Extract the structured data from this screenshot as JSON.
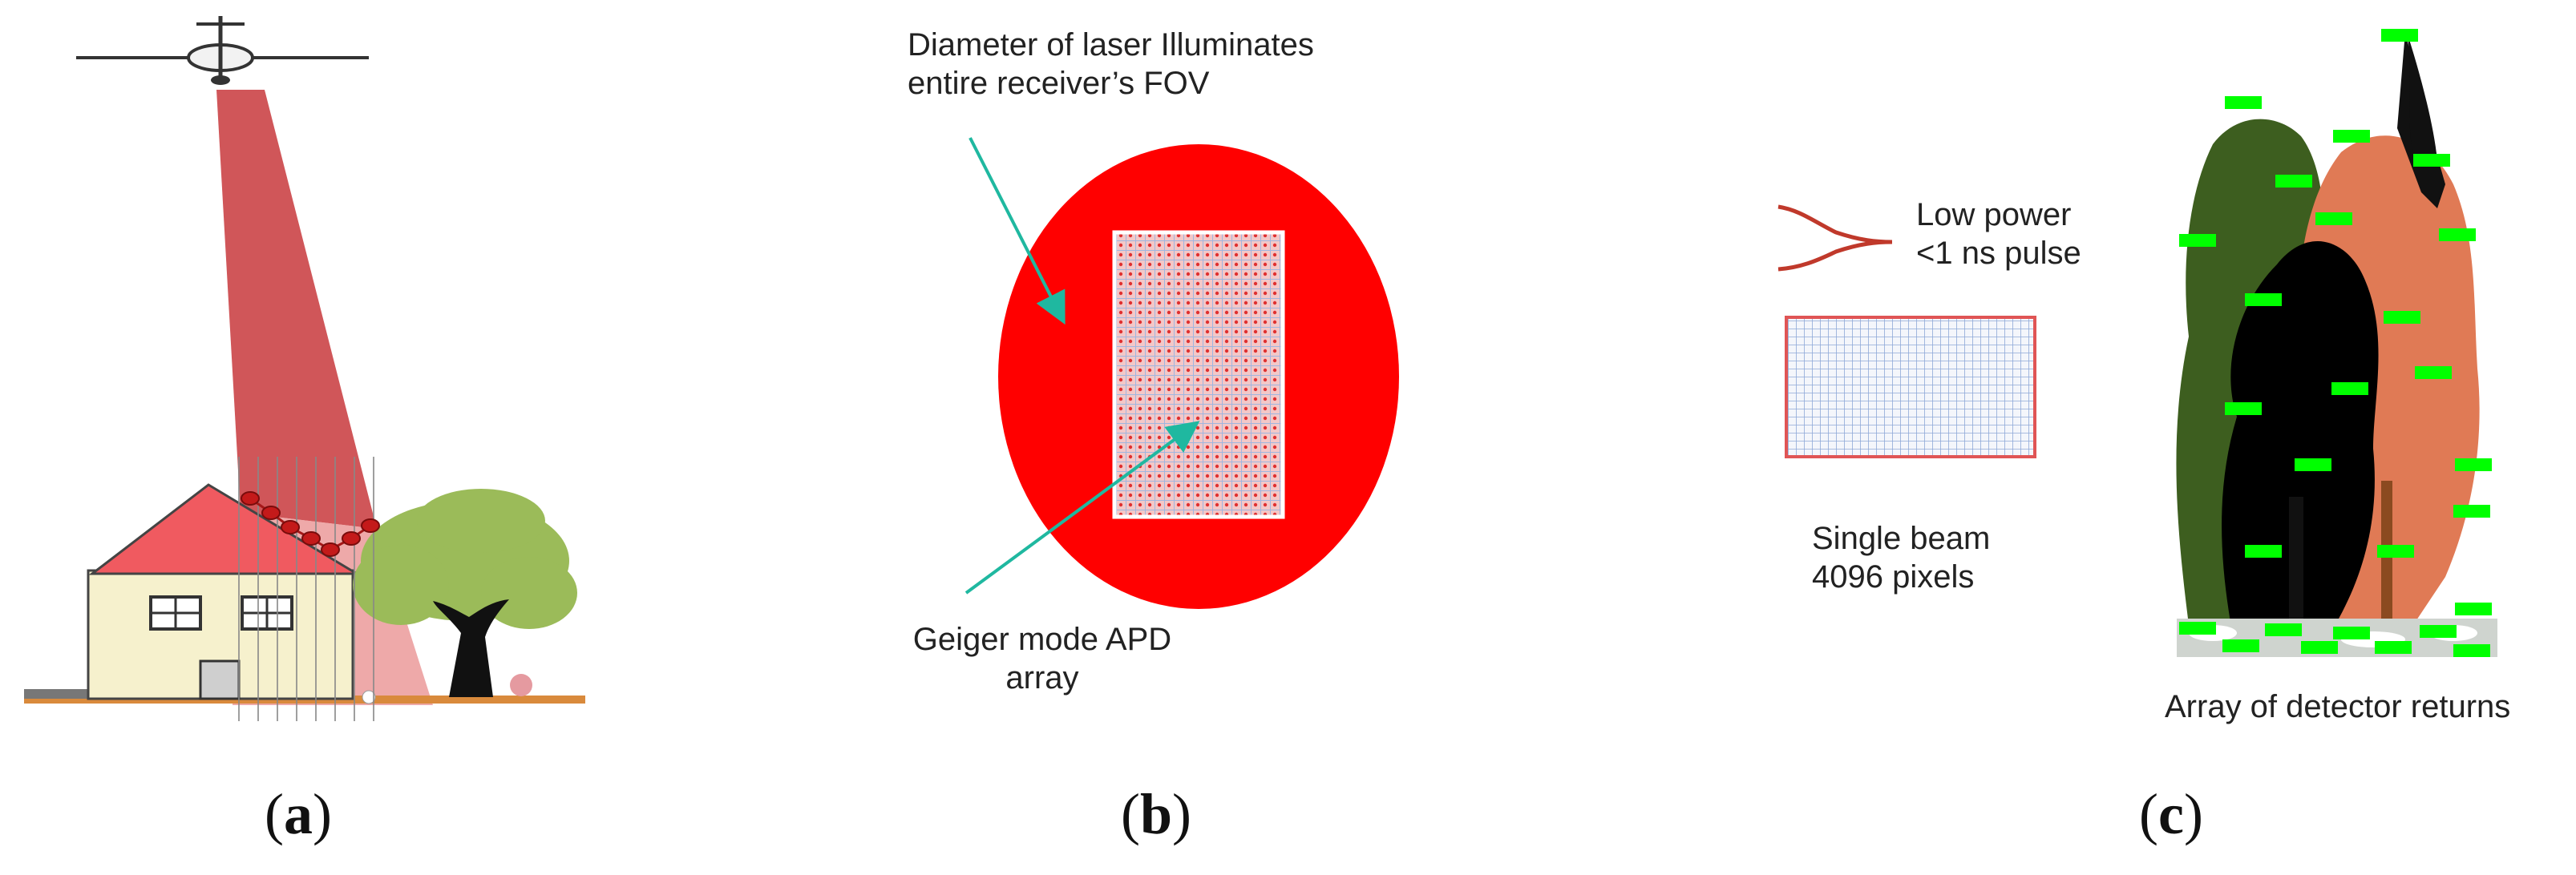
{
  "panel_a": {
    "caption_open": "(",
    "caption_letter": "a",
    "caption_close": ")"
  },
  "panel_b": {
    "laser_label_line1": "Diameter of laser Illuminates",
    "laser_label_line2": "entire receiver’s FOV",
    "apd_label_line1": "Geiger mode APD",
    "apd_label_line2": "array",
    "caption_open": "(",
    "caption_letter": "b",
    "caption_close": ")",
    "colors": {
      "laser_spot": "#ff0000",
      "grid": "#9fb6e0",
      "arrow": "#1fb8a0"
    }
  },
  "panel_c": {
    "pulse_label_line1": "Low power",
    "pulse_label_line2": "<1 ns pulse",
    "beam_label_line1": "Single beam",
    "beam_label_line2": "4096 pixels",
    "returns_label": "Array of detector returns",
    "caption_open": "(",
    "caption_letter": "c",
    "caption_close": ")",
    "colors": {
      "return_marker": "#00ff00",
      "tree_dark": "#000000",
      "tree_green": "#3d5e1f",
      "tree_orange": "#e07a55"
    }
  }
}
